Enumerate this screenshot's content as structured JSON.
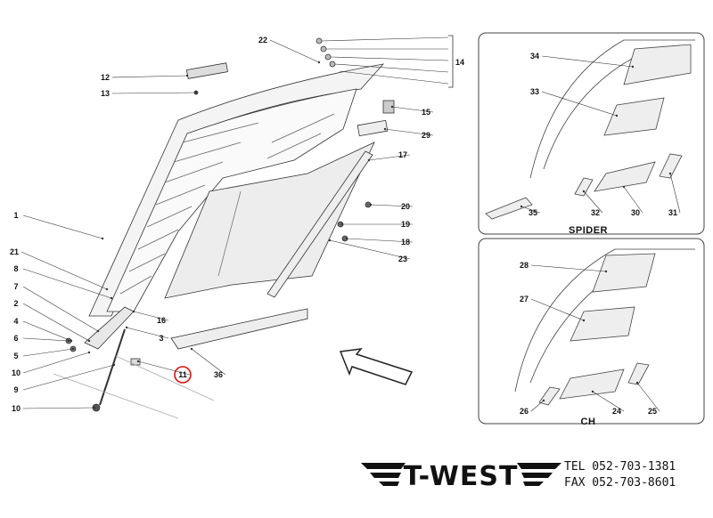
{
  "callouts": {
    "main": [
      "22",
      "14",
      "12",
      "13",
      "15",
      "29",
      "17",
      "20",
      "19",
      "18",
      "23",
      "1",
      "21",
      "8",
      "7",
      "2",
      "4",
      "6",
      "5",
      "10",
      "9",
      "10",
      "16",
      "3",
      "11",
      "36"
    ],
    "spider": [
      "34",
      "33",
      "35",
      "32",
      "30",
      "31"
    ],
    "ch": [
      "28",
      "27",
      "26",
      "24",
      "25"
    ]
  },
  "panels": {
    "spider_title": "SPIDER",
    "ch_title": "CH"
  },
  "highlight": {
    "callout": "11",
    "color": "#e01010"
  },
  "branding": {
    "logo": "T-WEST",
    "tel": "TEL 052-703-1381",
    "fax": "FAX 052-703-8601"
  }
}
